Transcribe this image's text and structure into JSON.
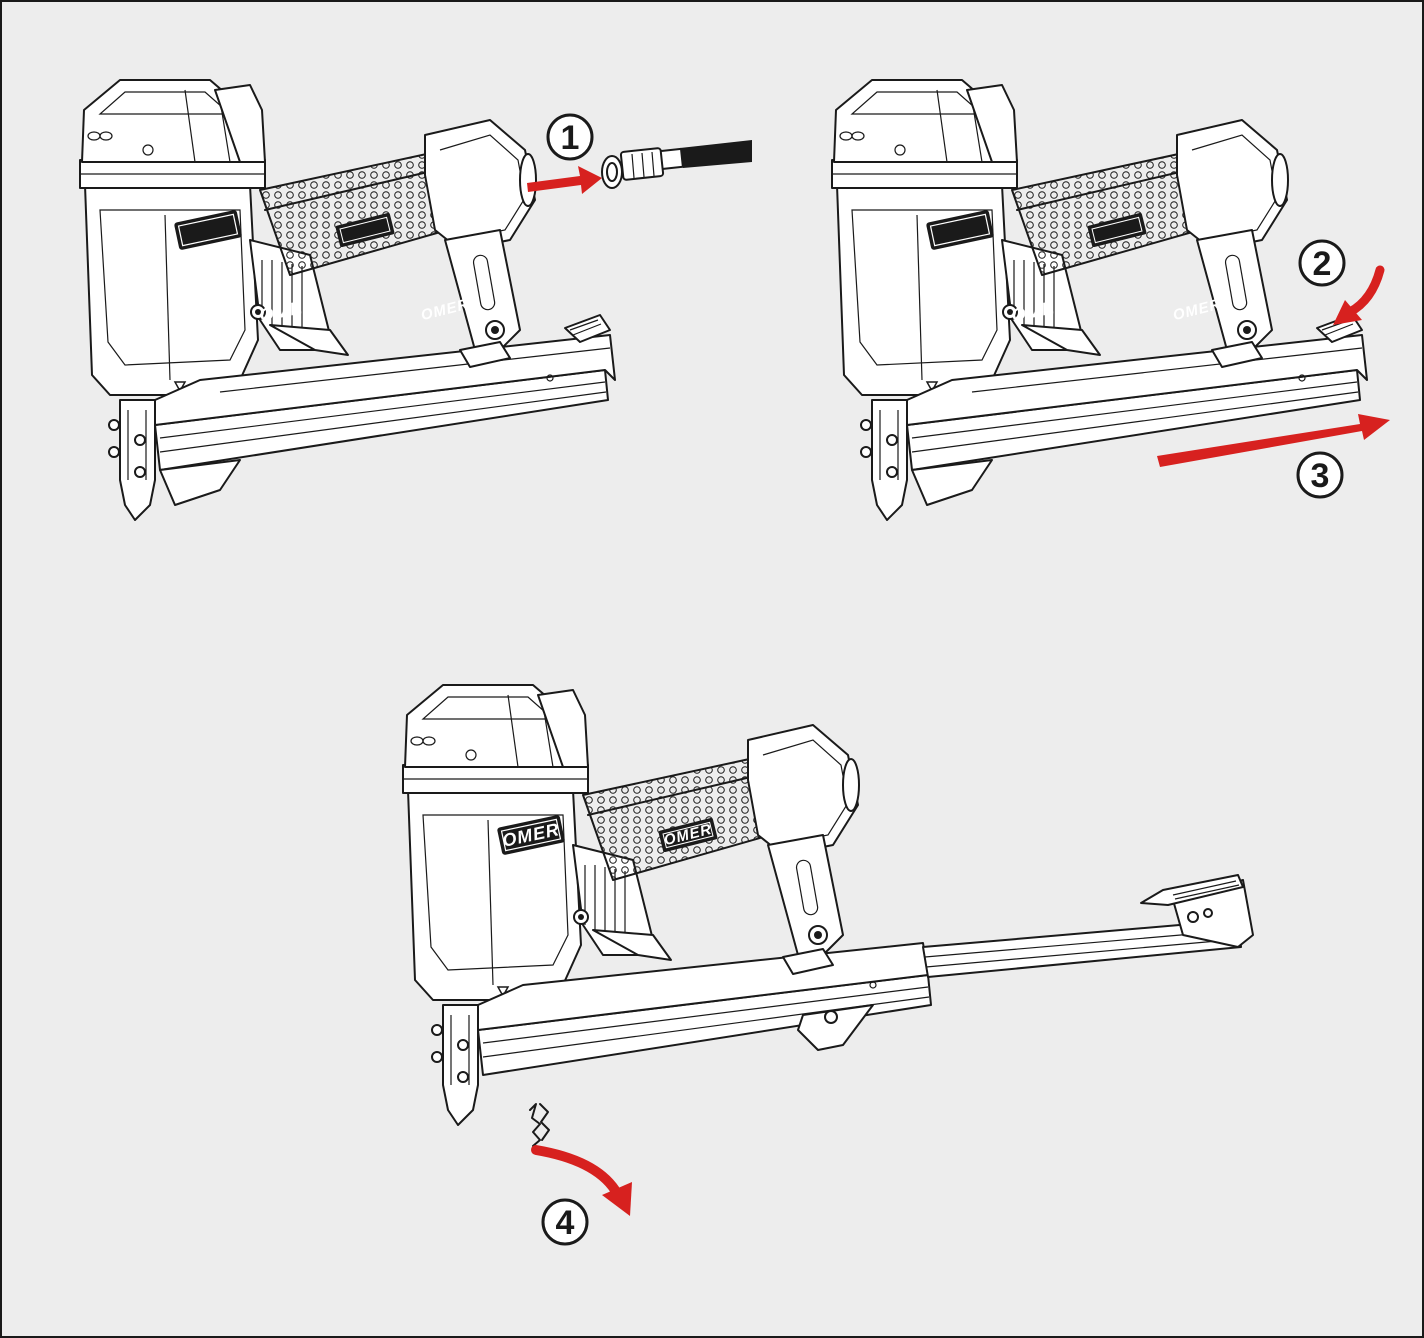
{
  "brand_logo": "OMER",
  "steps": [
    {
      "number": "1",
      "icon": "connect-air-hose-icon"
    },
    {
      "number": "2",
      "icon": "press-magazine-latch-icon"
    },
    {
      "number": "3",
      "icon": "pull-magazine-out-icon"
    },
    {
      "number": "4",
      "icon": "remove-jammed-staple-icon"
    }
  ],
  "colors": {
    "background": "#ededed",
    "arrow": "#d7211f",
    "line": "#1a1a1a"
  }
}
